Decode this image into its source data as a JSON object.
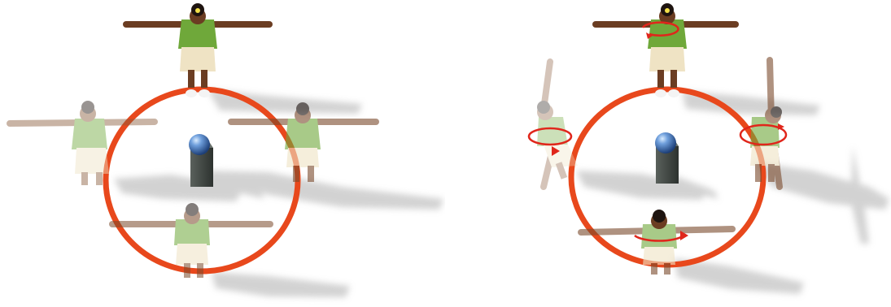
{
  "scene": {
    "description_free": true,
    "colors": {
      "background": "#ffffff",
      "ring": "#e8481c",
      "shirt": "#6fa83a",
      "shirt_dark": "#4f8a25",
      "shorts": "#efe3c4",
      "skin": "#6b3d22",
      "hair": "#1e1410",
      "pillar": "#3e4440",
      "sphere": "#4c7fc4",
      "shadow": "#c9c9c9",
      "arrow": "#e0261b"
    }
  },
  "panels": [
    {
      "id": "left",
      "figures": [
        {
          "pose": "arms-out",
          "opacity": 1.0,
          "rotation_arrow": false
        },
        {
          "pose": "arms-out",
          "opacity": 0.45,
          "rotation_arrow": false
        },
        {
          "pose": "arms-out",
          "opacity": 0.6,
          "rotation_arrow": false
        },
        {
          "pose": "arms-out",
          "opacity": 0.55,
          "rotation_arrow": false
        }
      ]
    },
    {
      "id": "right",
      "figures": [
        {
          "pose": "arms-out",
          "opacity": 1.0,
          "rotation_arrow": true
        },
        {
          "pose": "arms-up",
          "opacity": 0.35,
          "rotation_arrow": true
        },
        {
          "pose": "arms-up",
          "opacity": 0.6,
          "rotation_arrow": true
        },
        {
          "pose": "arms-out",
          "opacity": 0.6,
          "rotation_arrow": true
        }
      ]
    }
  ]
}
